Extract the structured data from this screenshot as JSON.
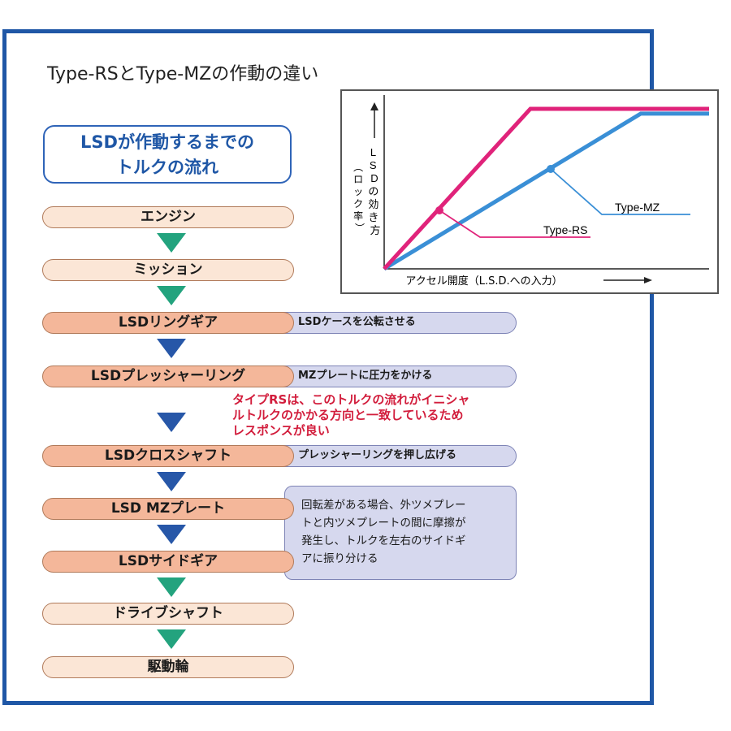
{
  "title": "Type-RSとType-MZの作動の違い",
  "header": {
    "line1": "LSDが作動するまでの",
    "line2": "トルクの流れ"
  },
  "steps": [
    {
      "label": "エンジン"
    },
    {
      "label": "ミッション"
    },
    {
      "label": "LSDリングギア",
      "desc": "LSDケースを公転させる"
    },
    {
      "label": "LSDプレッシャーリング",
      "desc": "MZプレートに圧力をかける"
    },
    {
      "label": "LSDクロスシャフト",
      "desc": "プレッシャーリングを押し広げる"
    },
    {
      "label": "LSD MZプレート"
    },
    {
      "label": "LSDサイドギア"
    },
    {
      "label": "ドライブシャフト"
    },
    {
      "label": "駆動輪"
    }
  ],
  "plate_desc": [
    "回転差がある場合、外ツメプレー",
    "トと内ツメプレートの間に摩擦が",
    "発生し、トルクを左右のサイドギ",
    "アに振り分ける"
  ],
  "note": [
    "タイプRSは、このトルクの流れがイニシャ",
    "ルトルクのかかる方向と一致しているため",
    "レスポンスが良い"
  ],
  "colors": {
    "frame": "#1f57a6",
    "type_rs": "#e0237a",
    "type_mz": "#3a8fd6",
    "note": "#d21d3c",
    "arrow_green": "#23a37e",
    "arrow_blue": "#2757a8"
  },
  "arrows": [
    "green",
    "green",
    "blue",
    "blue",
    "blue",
    "blue",
    "green",
    "green"
  ],
  "chart_data": {
    "type": "line",
    "xlabel": "アクセル開度（L.S.D.への入力）",
    "ylabel": "LSDの効き方（ロック率）",
    "series": [
      {
        "name": "Type-RS",
        "x": [
          0,
          0.45,
          1.0
        ],
        "y": [
          0,
          1.0,
          1.0
        ]
      },
      {
        "name": "Type-MZ",
        "x": [
          0,
          0.79,
          1.0
        ],
        "y": [
          0,
          0.97,
          0.97
        ]
      }
    ],
    "xlim": [
      0,
      1
    ],
    "ylim": [
      0,
      1
    ],
    "grid": false
  }
}
